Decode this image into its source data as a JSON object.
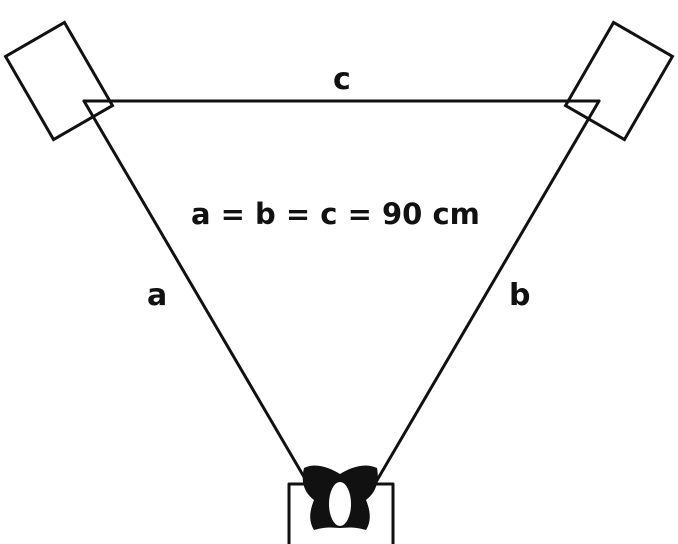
{
  "labels": {
    "side_a": "a",
    "side_b": "b",
    "side_c": "c"
  },
  "equation": "a = b = c = 90 cm",
  "colors": {
    "stroke": "#111111",
    "background": "#ffffff"
  },
  "icons": {
    "left_speaker": "speaker-box-icon",
    "right_speaker": "speaker-box-icon",
    "listener": "listener-head-icon"
  }
}
